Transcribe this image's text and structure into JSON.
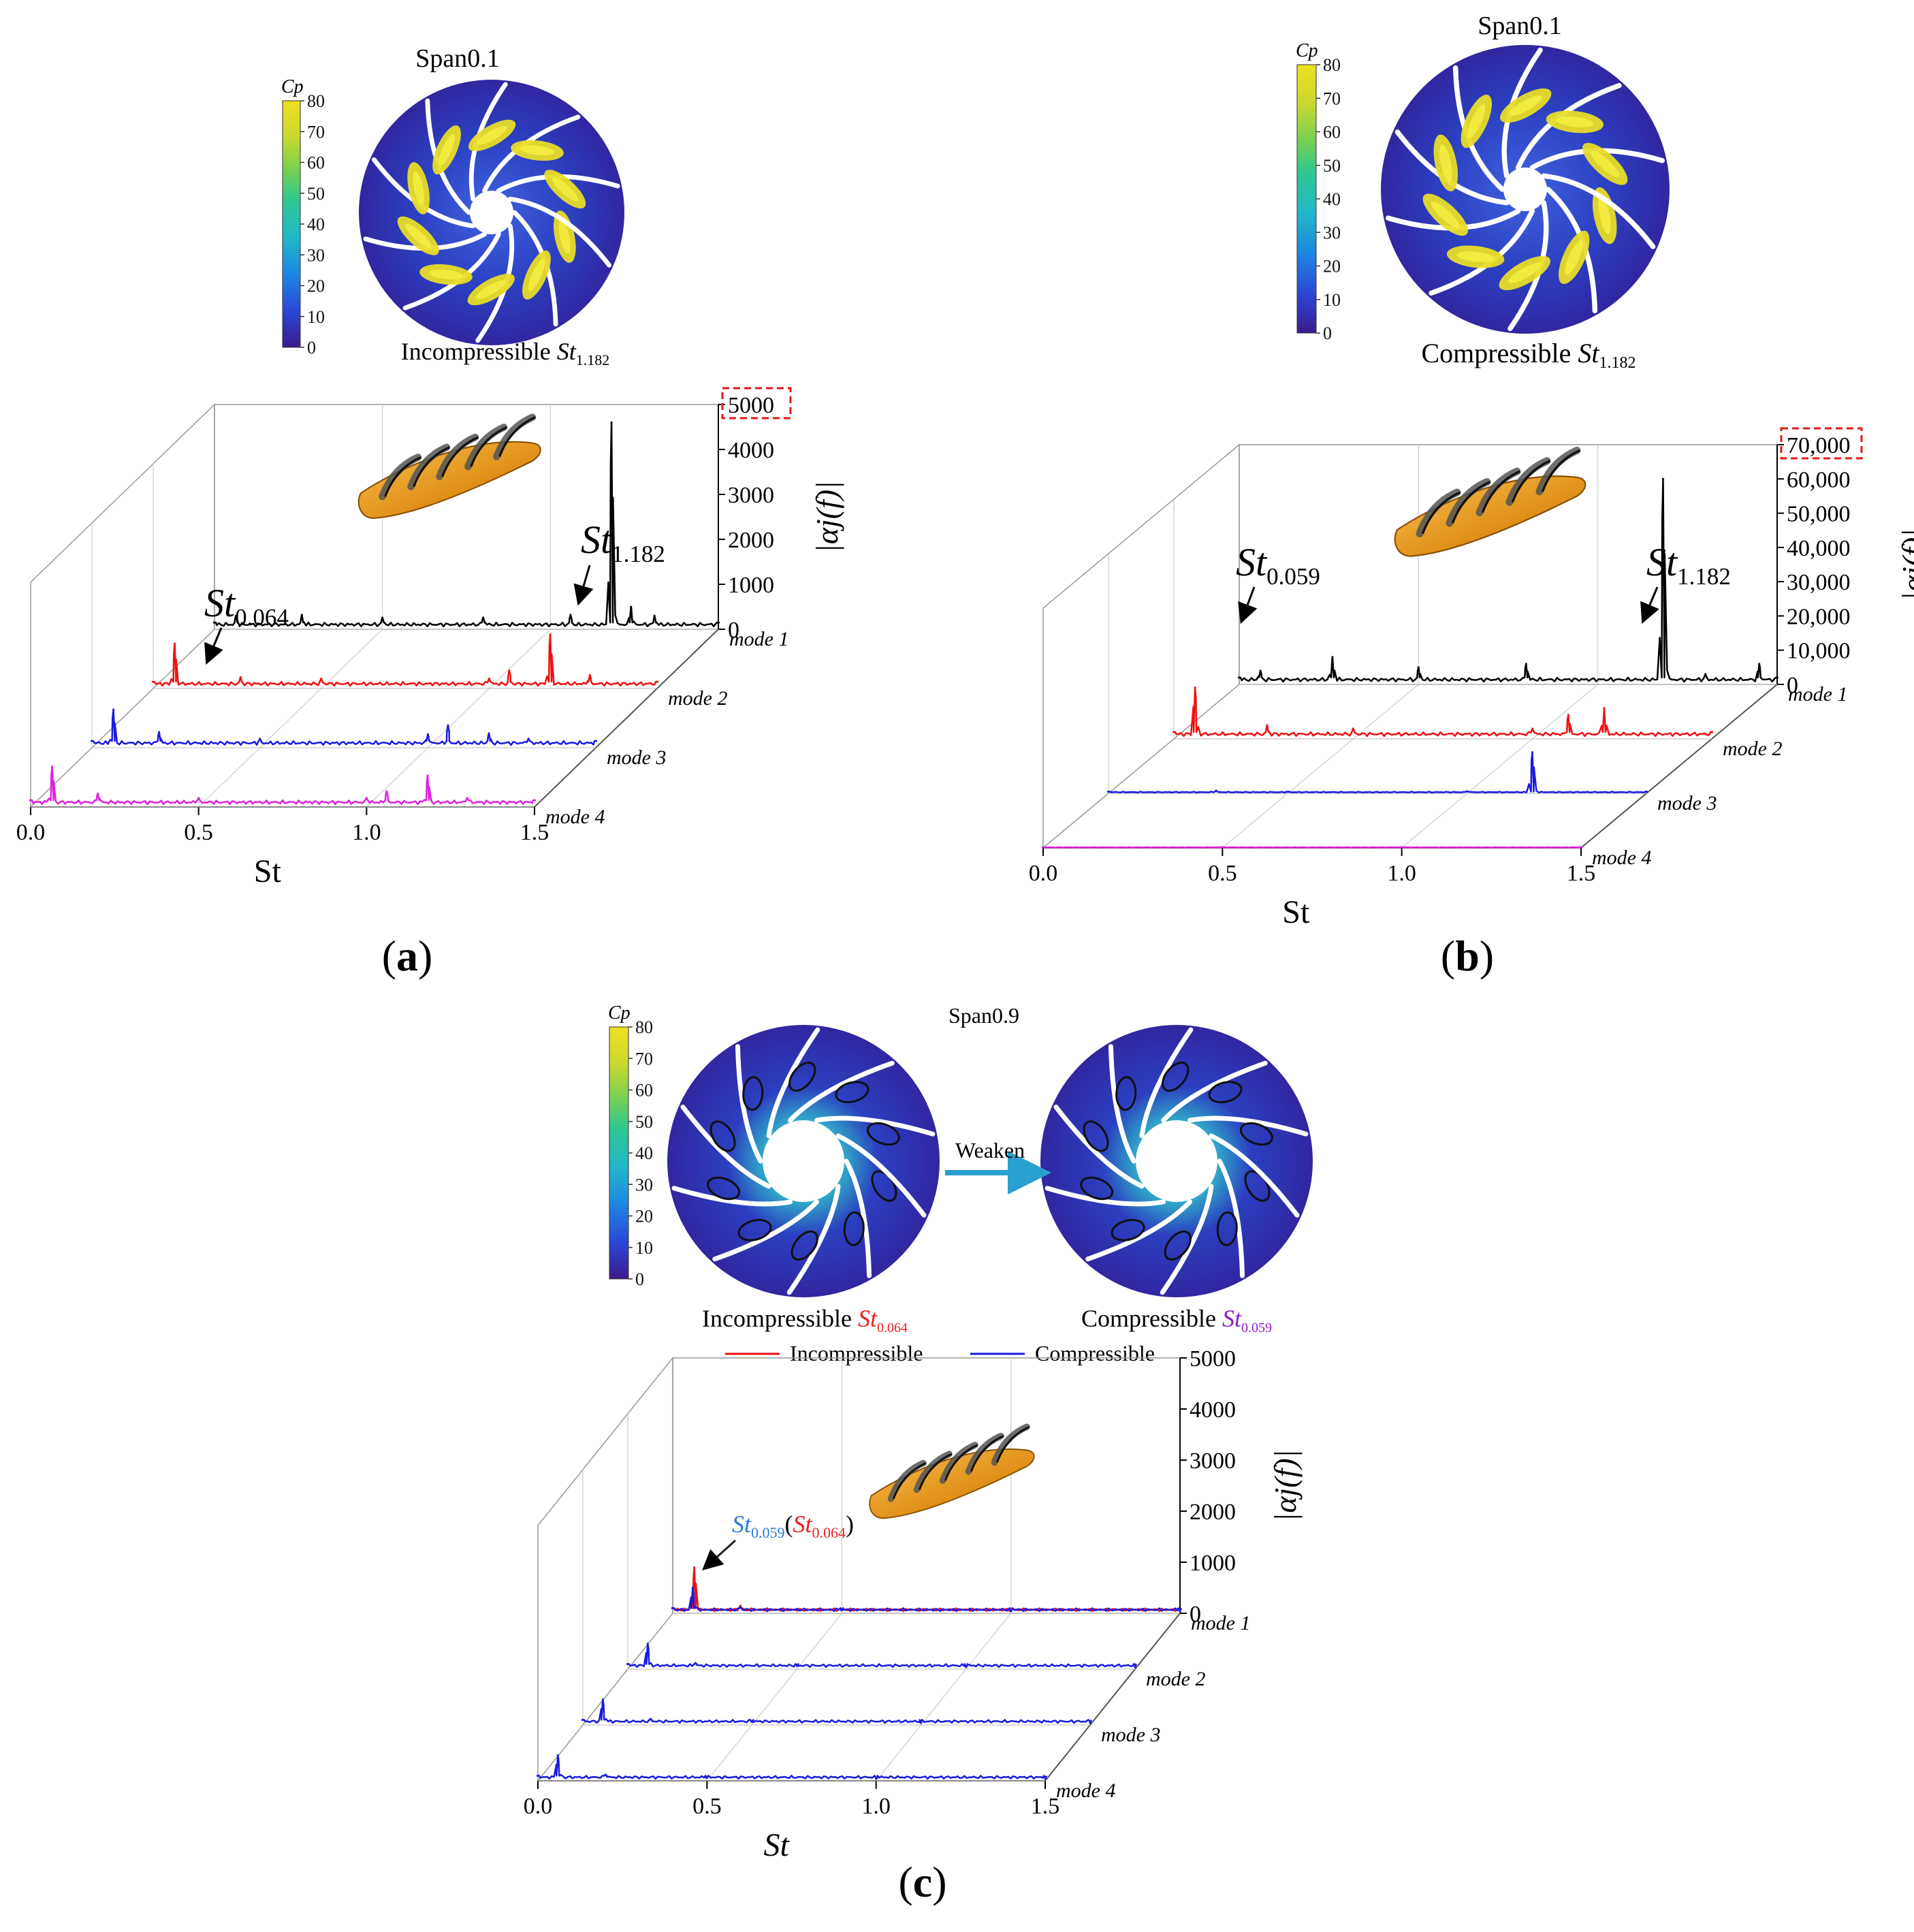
{
  "colorbar": {
    "label": "Cp",
    "ticks": [
      "80",
      "70",
      "60",
      "50",
      "40",
      "30",
      "20",
      "10",
      "0"
    ],
    "colors": [
      "#3d1a8c",
      "#2a48d8",
      "#1e88e0",
      "#20b8c8",
      "#30c890",
      "#78d050",
      "#c8d830",
      "#f0e020"
    ]
  },
  "colors": {
    "mode1": "#000000",
    "mode2": "#ee1111",
    "mode3": "#1a1ae0",
    "mode4": "#e020e0",
    "highlight_box": "#e01818",
    "arrow": "#2aa0d0",
    "blade": "#e8a020"
  },
  "icons": [
    "impeller-contour-disc",
    "impeller-3d-model",
    "pointer-arrow"
  ],
  "panels": [
    {
      "id": "a",
      "caption_letter": "a",
      "contour_title": "Span0.1",
      "contour_label_prefix": "Incompressible",
      "contour_label_var": "St",
      "contour_label_sub": "1.182",
      "z_ticks": [
        "5000",
        "4000",
        "3000",
        "2000",
        "1000",
        "0"
      ],
      "z_label": "|αj(f)|",
      "x_ticks": [
        "0.0",
        "0.5",
        "1.0",
        "1.5"
      ],
      "x_label": "St",
      "mode_labels": [
        "mode 1",
        "mode 2",
        "mode 3",
        "mode 4"
      ],
      "annotations": [
        {
          "var": "St",
          "sub": "0.064"
        },
        {
          "var": "St",
          "sub": "1.182"
        }
      ]
    },
    {
      "id": "b",
      "caption_letter": "b",
      "contour_title": "Span0.1",
      "contour_label_prefix": "Compressible",
      "contour_label_var": "St",
      "contour_label_sub": "1.182",
      "z_ticks": [
        "70,000",
        "60,000",
        "50,000",
        "40,000",
        "30,000",
        "20,000",
        "10,000",
        "0"
      ],
      "z_label": "|αj(f)|",
      "x_ticks": [
        "0.0",
        "0.5",
        "1.0",
        "1.5"
      ],
      "x_label": "St",
      "mode_labels": [
        "mode 1",
        "mode 2",
        "mode 3",
        "mode 4"
      ],
      "annotations": [
        {
          "var": "St",
          "sub": "0.059"
        },
        {
          "var": "St",
          "sub": "1.182"
        }
      ]
    },
    {
      "id": "c",
      "caption_letter": "c",
      "contour_title": "Span0.9",
      "arrow_label": "Weaken",
      "left_label_prefix": "Incompressible",
      "left_label_var": "St",
      "left_label_sub": "0.064",
      "right_label_prefix": "Compressible",
      "right_label_var": "St",
      "right_label_sub": "0.059",
      "legend": [
        "Incompressible",
        "Compressible"
      ],
      "z_ticks": [
        "5000",
        "4000",
        "3000",
        "2000",
        "1000",
        "0"
      ],
      "z_label": "|αj(f)|",
      "x_ticks": [
        "0.0",
        "0.5",
        "1.0",
        "1.5"
      ],
      "x_label": "St",
      "mode_labels": [
        "mode 1",
        "mode 2",
        "mode 3",
        "mode 4"
      ],
      "annotation": {
        "var1": "St",
        "sub1": "0.059",
        "paren_open": "(",
        "var2": "St",
        "sub2": "0.064",
        "paren_close": ")"
      }
    }
  ],
  "chart_data": [
    {
      "type": "line",
      "title": "",
      "xlabel": "St",
      "ylabel": "|αj(f)|",
      "xlim": [
        0,
        1.5
      ],
      "zlim": [
        0,
        5000
      ],
      "categories": [
        "mode 1",
        "mode 2",
        "mode 3",
        "mode 4"
      ],
      "series": [
        {
          "name": "mode 1",
          "x": [
            0.0,
            0.064,
            0.26,
            0.5,
            0.8,
            1.06,
            1.182,
            1.24,
            1.31,
            1.5
          ],
          "values": [
            150,
            300,
            320,
            260,
            260,
            320,
            4600,
            500,
            300,
            150
          ]
        },
        {
          "name": "mode 2",
          "x": [
            0.0,
            0.064,
            0.26,
            0.5,
            1.0,
            1.06,
            1.182,
            1.3,
            1.5
          ],
          "values": [
            150,
            1000,
            250,
            220,
            220,
            400,
            1200,
            300,
            150
          ]
        },
        {
          "name": "mode 3",
          "x": [
            0.0,
            0.064,
            0.2,
            0.5,
            1.0,
            1.06,
            1.182,
            1.3,
            1.5
          ],
          "values": [
            150,
            850,
            350,
            200,
            300,
            500,
            320,
            200,
            150
          ]
        },
        {
          "name": "mode 4",
          "x": [
            0.0,
            0.064,
            0.2,
            0.5,
            1.0,
            1.06,
            1.182,
            1.3,
            1.5
          ],
          "values": [
            150,
            900,
            300,
            200,
            200,
            350,
            700,
            200,
            150
          ]
        }
      ]
    },
    {
      "type": "line",
      "title": "",
      "xlabel": "St",
      "ylabel": "|αj(f)|",
      "xlim": [
        0,
        1.5
      ],
      "zlim": [
        0,
        70000
      ],
      "categories": [
        "mode 1",
        "mode 2",
        "mode 3",
        "mode 4"
      ],
      "series": [
        {
          "name": "mode 1",
          "x": [
            0.0,
            0.059,
            0.26,
            0.5,
            0.8,
            1.182,
            1.3,
            1.45,
            1.5
          ],
          "values": [
            2000,
            4000,
            8000,
            5000,
            6000,
            60000,
            3000,
            6000,
            2000
          ]
        },
        {
          "name": "mode 2",
          "x": [
            0.0,
            0.059,
            0.26,
            0.5,
            1.0,
            1.1,
            1.2,
            1.5
          ],
          "values": [
            2000,
            15000,
            4000,
            3000,
            3000,
            7000,
            9000,
            2000
          ]
        },
        {
          "name": "mode 3",
          "x": [
            0.0,
            0.3,
            0.5,
            1.0,
            1.182,
            1.5
          ],
          "values": [
            500,
            800,
            500,
            600,
            12000,
            500
          ]
        },
        {
          "name": "mode 4",
          "x": [
            0.0,
            0.5,
            1.0,
            1.5
          ],
          "values": [
            200,
            200,
            200,
            200
          ]
        }
      ]
    },
    {
      "type": "line",
      "title": "",
      "xlabel": "St",
      "ylabel": "|αj(f)|",
      "xlim": [
        0,
        1.5
      ],
      "zlim": [
        0,
        5000
      ],
      "categories": [
        "mode 1",
        "mode 2",
        "mode 3",
        "mode 4"
      ],
      "series": [
        {
          "name": "Incompressible",
          "x": [
            0.0,
            0.064,
            0.2,
            0.5,
            1.0,
            1.5
          ],
          "values": [
            100,
            900,
            150,
            80,
            50,
            50
          ]
        },
        {
          "name": "Compressible",
          "x": [
            0.0,
            0.059,
            0.2,
            0.5,
            1.0,
            1.5
          ],
          "values": [
            100,
            500,
            120,
            60,
            40,
            40
          ]
        }
      ]
    }
  ]
}
